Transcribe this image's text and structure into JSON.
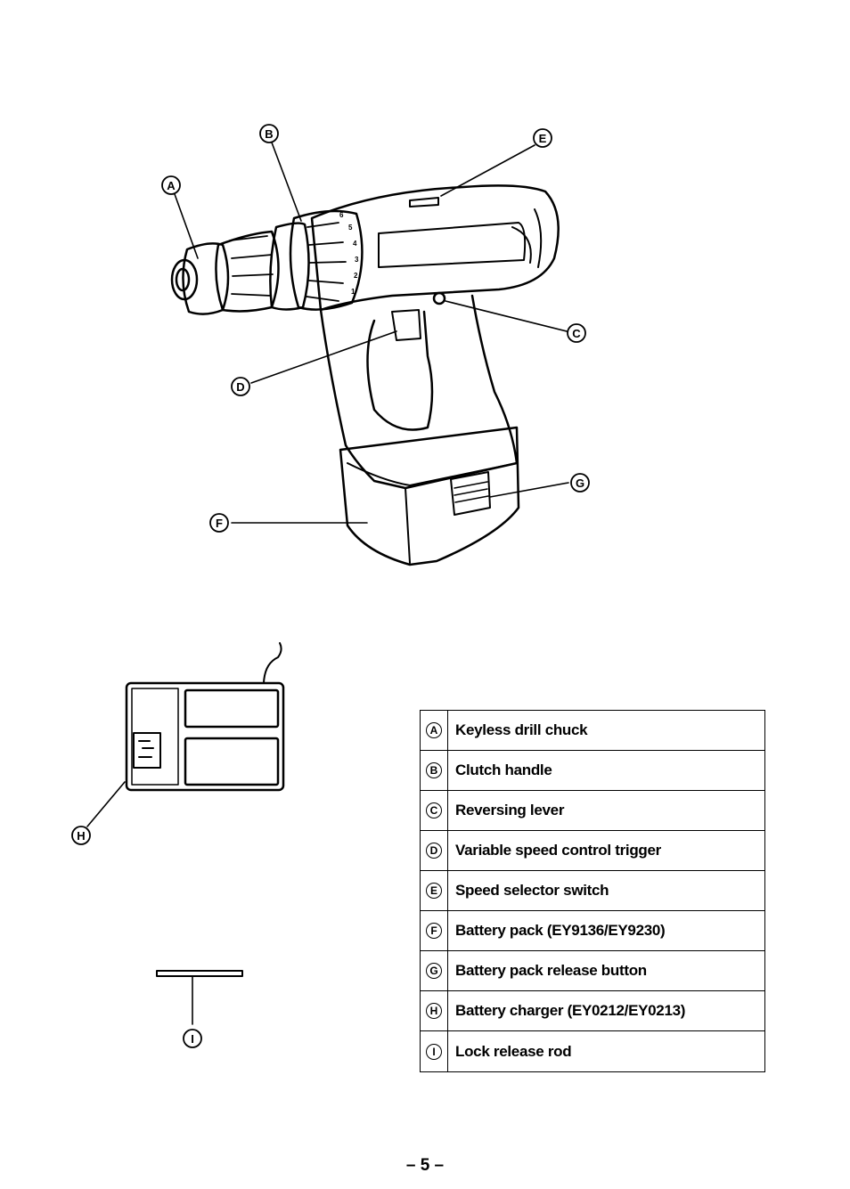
{
  "figure": {
    "callouts": {
      "A": "A",
      "B": "B",
      "C": "C",
      "D": "D",
      "E": "E",
      "F": "F",
      "G": "G",
      "H": "H",
      "I": "I"
    },
    "clutch_scale_marks": [
      "1",
      "2",
      "3",
      "4",
      "5",
      "6"
    ]
  },
  "legend": {
    "rows": [
      {
        "key": "A",
        "label": "Keyless drill chuck"
      },
      {
        "key": "B",
        "label": "Clutch handle"
      },
      {
        "key": "C",
        "label": "Reversing lever"
      },
      {
        "key": "D",
        "label": "Variable speed control trigger"
      },
      {
        "key": "E",
        "label": "Speed selector switch"
      },
      {
        "key": "F",
        "label": "Battery pack (EY9136/EY9230)"
      },
      {
        "key": "G",
        "label": "Battery pack release button"
      },
      {
        "key": "H",
        "label": "Battery charger (EY0212/EY0213)"
      },
      {
        "key": "I",
        "label": "Lock release rod"
      }
    ]
  },
  "page": {
    "number": "– 5 –"
  }
}
